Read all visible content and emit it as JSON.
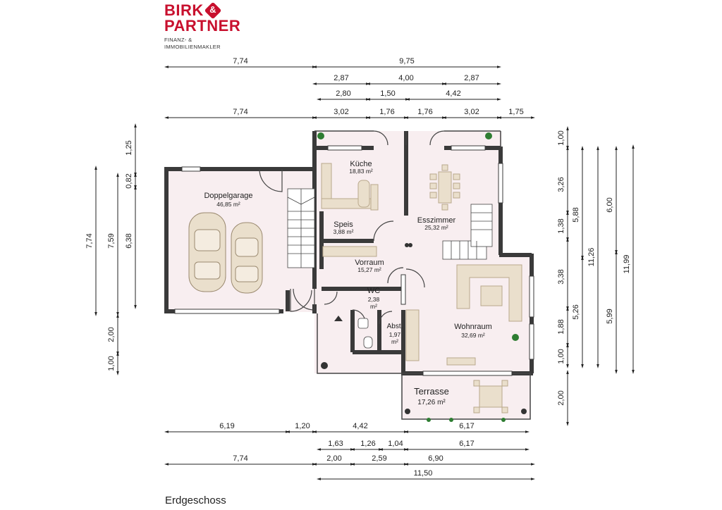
{
  "logo": {
    "line1": "BIRK",
    "ampersand": "&",
    "line2": "PARTNER",
    "tagline1": "FINANZ- &",
    "tagline2": "IMMOBILIENMAKLER",
    "color": "#c8102e"
  },
  "floor_label": "Erdgeschoss",
  "rooms": [
    {
      "id": "doppelgarage",
      "name": "Doppelgarage",
      "area": "46,85 m²"
    },
    {
      "id": "kueche",
      "name": "Küche",
      "area": "18,83 m²"
    },
    {
      "id": "speis",
      "name": "Speis",
      "area": "3,88 m²"
    },
    {
      "id": "esszimmer",
      "name": "Esszimmer",
      "area": "25,32 m²"
    },
    {
      "id": "vorraum",
      "name": "Vorraum",
      "area": "15,27 m²"
    },
    {
      "id": "wc",
      "name": "WC",
      "area_l1": "2,38",
      "area_l2": "m²"
    },
    {
      "id": "abst",
      "name": "Abst.",
      "area_l1": "1,97",
      "area_l2": "m²"
    },
    {
      "id": "wohnraum",
      "name": "Wohnraum",
      "area": "32,69 m²"
    },
    {
      "id": "terrasse",
      "name": "Terrasse",
      "area": "17,26 m²"
    }
  ],
  "dims_top": {
    "row1": [
      "7,74",
      "9,75"
    ],
    "row2": [
      "2,87",
      "4,00",
      "2,87"
    ],
    "row3": [
      "2,80",
      "1,50",
      "4,42"
    ],
    "row4": [
      "7,74",
      "3,02",
      "1,76",
      "1,76",
      "3,02",
      "1,75"
    ]
  },
  "dims_bottom": {
    "row1": [
      "6,19",
      "1,20",
      "4,42",
      "6,17"
    ],
    "row2": [
      "1,63",
      "1,26",
      "1,04",
      "6,17"
    ],
    "row3": [
      "7,74",
      "2,00",
      "2,59",
      "6,90"
    ],
    "row4": [
      "11,50"
    ]
  },
  "dims_left": {
    "col_outer": [
      "7,74"
    ],
    "col_mid": [
      "7,59"
    ],
    "col_inner": [
      "1,25",
      "0,82",
      "6,38",
      "2,00",
      "1,00"
    ]
  },
  "dims_right": {
    "col1": [
      "1,00",
      "3,26",
      "1,38",
      "3,38",
      "1,88",
      "1,00",
      "2,00"
    ],
    "col2": [
      "5,88",
      "5,26"
    ],
    "col3": [
      "11,26"
    ],
    "col4": [
      "6,00",
      "5,99"
    ],
    "col5": [
      "11,99"
    ]
  },
  "colors": {
    "wall": "#3a3a3a",
    "floor": "#f8eef0",
    "furniture": "#eadfcc",
    "furniture_stroke": "#b9a88c",
    "dim_line": "#222222",
    "plant": "#2e7d32"
  }
}
